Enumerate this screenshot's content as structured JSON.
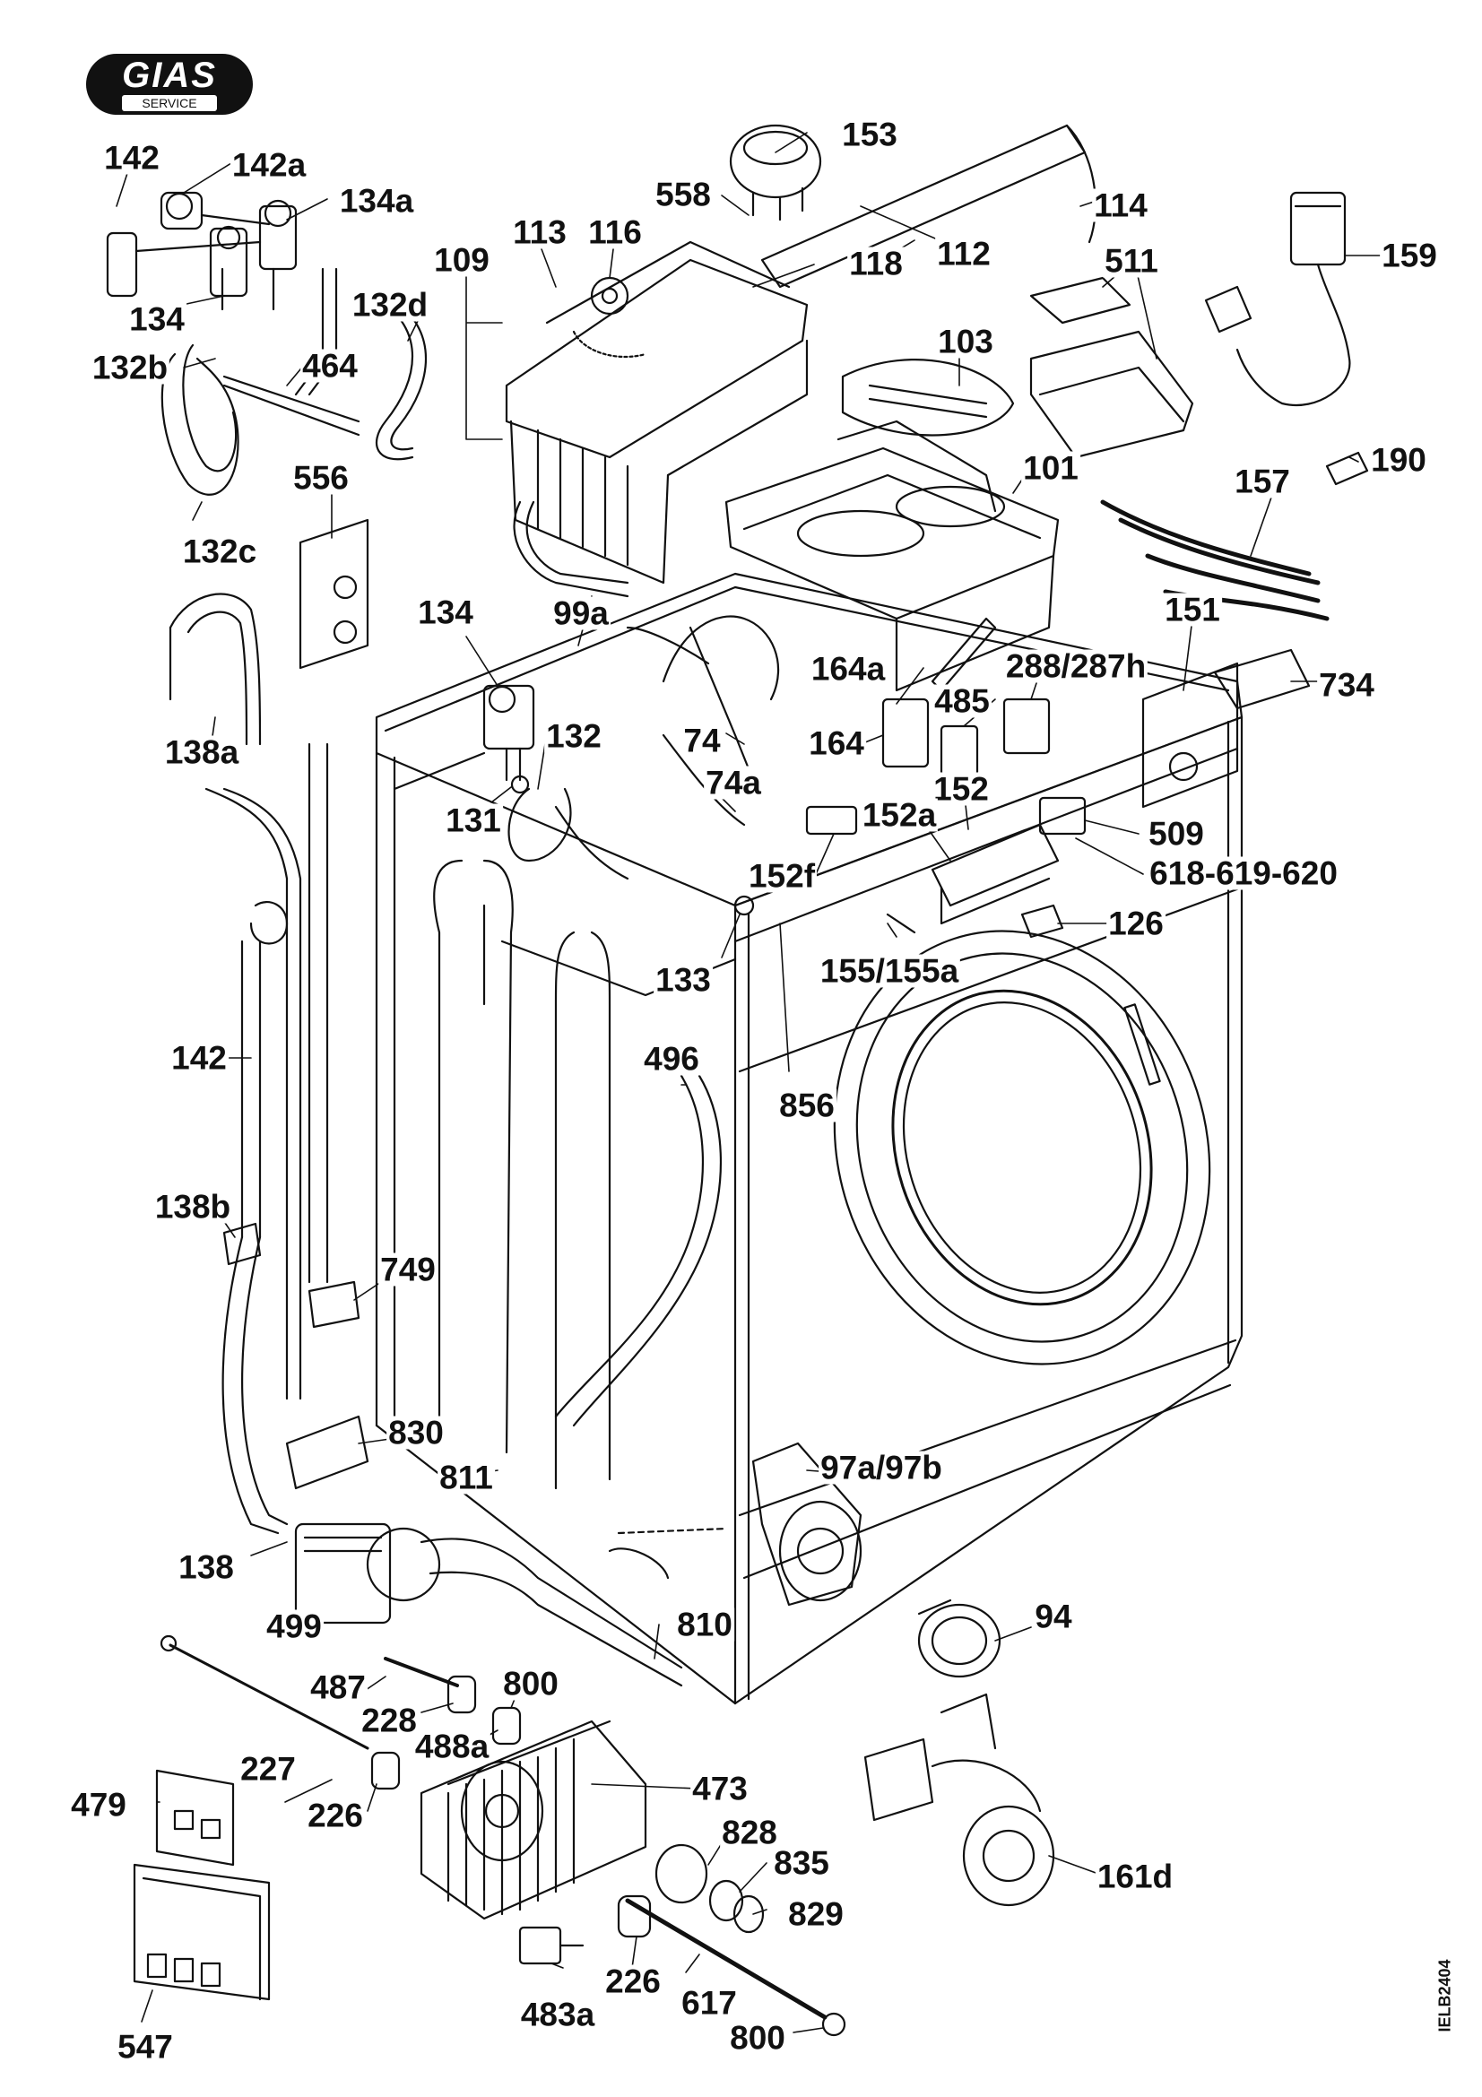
{
  "logo": {
    "brand": "GIAS",
    "sub": "SERVICE"
  },
  "drawing_code": "IELB2404",
  "part_labels": [
    {
      "id": "p142_top",
      "text": "142"
    },
    {
      "id": "p142a",
      "text": "142a"
    },
    {
      "id": "p134a",
      "text": "134a"
    },
    {
      "id": "p134_left",
      "text": "134"
    },
    {
      "id": "p132b",
      "text": "132b"
    },
    {
      "id": "p464",
      "text": "464"
    },
    {
      "id": "p132d",
      "text": "132d"
    },
    {
      "id": "p109",
      "text": "109"
    },
    {
      "id": "p113",
      "text": "113"
    },
    {
      "id": "p116",
      "text": "116"
    },
    {
      "id": "p153",
      "text": "153"
    },
    {
      "id": "p558",
      "text": "558"
    },
    {
      "id": "p118",
      "text": "118"
    },
    {
      "id": "p112",
      "text": "112"
    },
    {
      "id": "p114",
      "text": "114"
    },
    {
      "id": "p511",
      "text": "511"
    },
    {
      "id": "p159",
      "text": "159"
    },
    {
      "id": "p103",
      "text": "103"
    },
    {
      "id": "p101",
      "text": "101"
    },
    {
      "id": "p190",
      "text": "190"
    },
    {
      "id": "p157",
      "text": "157"
    },
    {
      "id": "p132c",
      "text": "132c"
    },
    {
      "id": "p556",
      "text": "556"
    },
    {
      "id": "p134_mid",
      "text": "134"
    },
    {
      "id": "p99a",
      "text": "99a"
    },
    {
      "id": "p138a",
      "text": "138a"
    },
    {
      "id": "p132",
      "text": "132"
    },
    {
      "id": "p131",
      "text": "131"
    },
    {
      "id": "p74",
      "text": "74"
    },
    {
      "id": "p74a",
      "text": "74a"
    },
    {
      "id": "p164a",
      "text": "164a"
    },
    {
      "id": "p485",
      "text": "485"
    },
    {
      "id": "p288",
      "text": "288/287h"
    },
    {
      "id": "p151",
      "text": "151"
    },
    {
      "id": "p734",
      "text": "734"
    },
    {
      "id": "p164",
      "text": "164"
    },
    {
      "id": "p152",
      "text": "152"
    },
    {
      "id": "p152a",
      "text": "152a"
    },
    {
      "id": "p509",
      "text": "509"
    },
    {
      "id": "p618",
      "text": "618-619-620"
    },
    {
      "id": "p152f",
      "text": "152f"
    },
    {
      "id": "p133",
      "text": "133"
    },
    {
      "id": "p155",
      "text": "155/155a"
    },
    {
      "id": "p126",
      "text": "126"
    },
    {
      "id": "p142_side",
      "text": "142"
    },
    {
      "id": "p496",
      "text": "496"
    },
    {
      "id": "p856",
      "text": "856"
    },
    {
      "id": "p138b",
      "text": "138b"
    },
    {
      "id": "p749",
      "text": "749"
    },
    {
      "id": "p830",
      "text": "830"
    },
    {
      "id": "p811",
      "text": "811"
    },
    {
      "id": "p97a",
      "text": "97a/97b"
    },
    {
      "id": "p138",
      "text": "138"
    },
    {
      "id": "p499",
      "text": "499"
    },
    {
      "id": "p810",
      "text": "810"
    },
    {
      "id": "p94",
      "text": "94"
    },
    {
      "id": "p487",
      "text": "487"
    },
    {
      "id": "p800_top",
      "text": "800"
    },
    {
      "id": "p228",
      "text": "228"
    },
    {
      "id": "p488a",
      "text": "488a"
    },
    {
      "id": "p227",
      "text": "227"
    },
    {
      "id": "p473",
      "text": "473"
    },
    {
      "id": "p479",
      "text": "479"
    },
    {
      "id": "p226_left",
      "text": "226"
    },
    {
      "id": "p828",
      "text": "828"
    },
    {
      "id": "p835",
      "text": "835"
    },
    {
      "id": "p829",
      "text": "829"
    },
    {
      "id": "p161d",
      "text": "161d"
    },
    {
      "id": "p226_bot",
      "text": "226"
    },
    {
      "id": "p617",
      "text": "617"
    },
    {
      "id": "p483a",
      "text": "483a"
    },
    {
      "id": "p800_bot",
      "text": "800"
    },
    {
      "id": "p547",
      "text": "547"
    }
  ]
}
